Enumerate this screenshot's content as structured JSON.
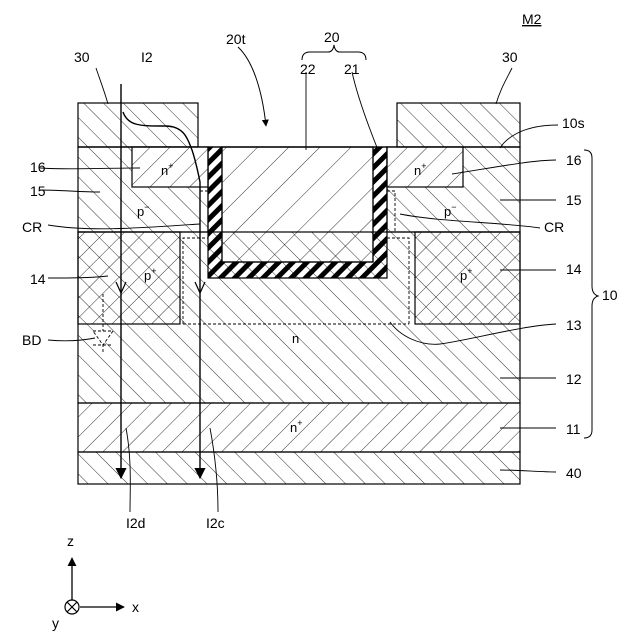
{
  "figure_id": "M2",
  "labels": {
    "ref_20": "20",
    "ref_20t": "20t",
    "ref_22": "22",
    "ref_21": "21",
    "ref_30_left": "30",
    "ref_30_right": "30",
    "ref_10s": "10s",
    "ref_16_left": "16",
    "ref_16_right": "16",
    "ref_15_left": "15",
    "ref_15_right": "15",
    "ref_CR_left": "CR",
    "ref_CR_right": "CR",
    "ref_14_left": "14",
    "ref_14_right": "14",
    "ref_10": "10",
    "ref_13": "13",
    "ref_BD": "BD",
    "ref_12": "12",
    "ref_11": "11",
    "ref_40": "40",
    "current_I2": "I2",
    "current_I2d": "I2d",
    "current_I2c": "I2c"
  },
  "doping": {
    "n_plus_left": "n",
    "n_plus_left_sup": "+",
    "n_plus_right": "n",
    "n_plus_right_sup": "+",
    "p_minus_left": "p",
    "p_minus_left_sup": "−",
    "p_minus_right": "p",
    "p_minus_right_sup": "−",
    "p_plus_left": "p",
    "p_plus_left_sup": "+",
    "p_plus_right": "p",
    "p_plus_right_sup": "+",
    "n_drift": "n",
    "n_plus_substrate": "n",
    "n_plus_substrate_sup": "+"
  },
  "axes": {
    "z": "z",
    "x": "x",
    "y": "y"
  }
}
